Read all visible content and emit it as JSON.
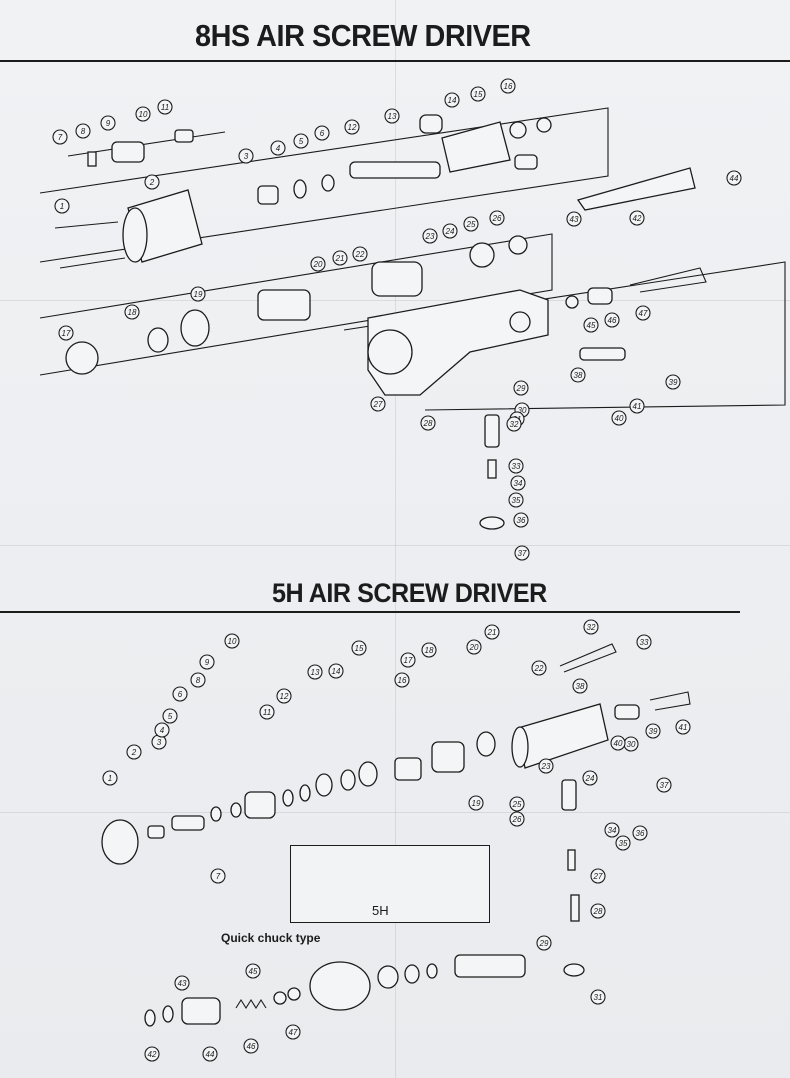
{
  "sections": {
    "top_title": "8HS  AIR SCREW DRIVER",
    "bottom_title": "5H AIR SCREW DRIVER",
    "inset_label": "5H",
    "quick_chuck_label": "Quick chuck type"
  },
  "callouts_8hs": [
    "1",
    "2",
    "3",
    "4",
    "5",
    "6",
    "7",
    "8",
    "9",
    "10",
    "11",
    "12",
    "13",
    "14",
    "15",
    "16",
    "17",
    "18",
    "19",
    "20",
    "21",
    "22",
    "23",
    "24",
    "25",
    "26",
    "27",
    "28",
    "29",
    "30",
    "31",
    "32",
    "33",
    "34",
    "35",
    "36",
    "37",
    "38",
    "39",
    "40",
    "41",
    "42",
    "43",
    "44",
    "45",
    "46",
    "47"
  ],
  "callouts_5h": [
    "1",
    "2",
    "3",
    "4",
    "5",
    "6",
    "7",
    "8",
    "9",
    "10",
    "11",
    "12",
    "13",
    "14",
    "15",
    "16",
    "17",
    "18",
    "19",
    "20",
    "21",
    "22",
    "23",
    "24",
    "25",
    "26",
    "27",
    "28",
    "29",
    "30",
    "31",
    "32",
    "33",
    "34",
    "35",
    "36",
    "37",
    "38",
    "39",
    "40",
    "41"
  ],
  "callouts_quick": [
    "42",
    "43",
    "44",
    "45",
    "46",
    "47"
  ]
}
